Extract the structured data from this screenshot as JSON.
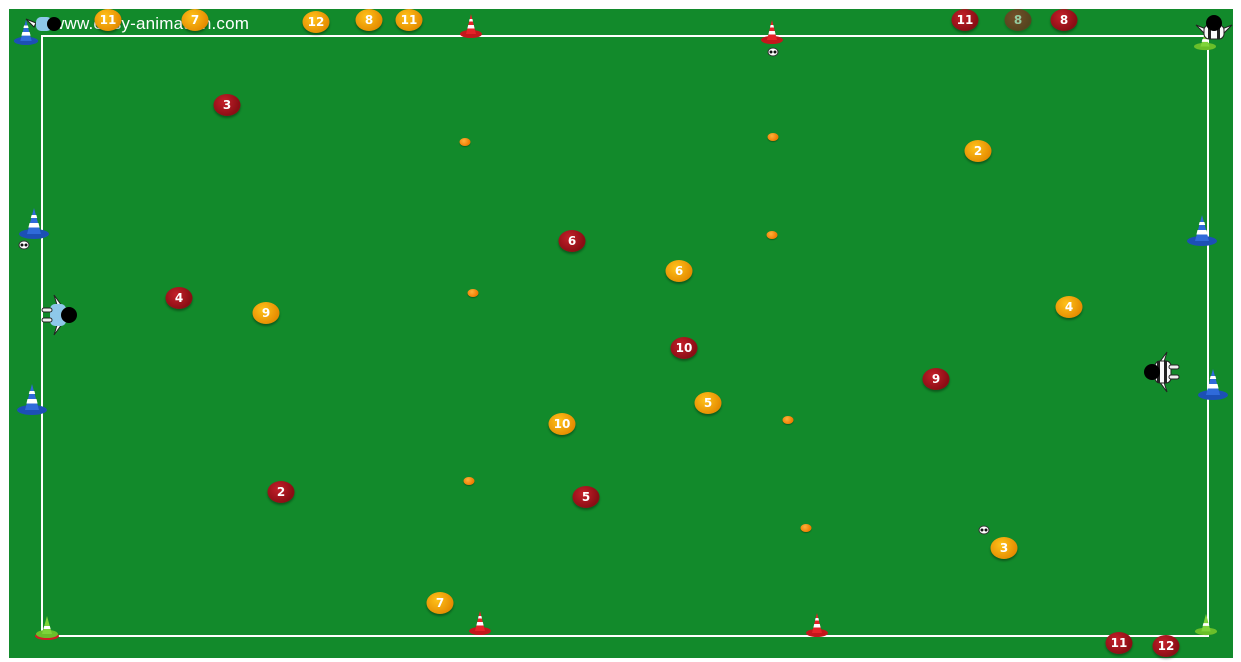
{
  "watermark": "www.easy-animation.com",
  "pitch": {
    "grass_color": "#128a2b",
    "line_color": "#ffffff"
  },
  "colors": {
    "red_team": "#a3141c",
    "yellow_team": "#f5a800",
    "marker": "#f7901e"
  },
  "players": {
    "red": [
      {
        "number": "3"
      },
      {
        "number": "4"
      },
      {
        "number": "6"
      },
      {
        "number": "10"
      },
      {
        "number": "2"
      },
      {
        "number": "5"
      },
      {
        "number": "9"
      },
      {
        "number": "11"
      },
      {
        "number": "8"
      },
      {
        "number": "8"
      },
      {
        "number": "11"
      },
      {
        "number": "12"
      }
    ],
    "yellow": [
      {
        "number": "11"
      },
      {
        "number": "7"
      },
      {
        "number": "12"
      },
      {
        "number": "8"
      },
      {
        "number": "11"
      },
      {
        "number": "2"
      },
      {
        "number": "6"
      },
      {
        "number": "9"
      },
      {
        "number": "4"
      },
      {
        "number": "5"
      },
      {
        "number": "10"
      },
      {
        "number": "3"
      },
      {
        "number": "7"
      }
    ]
  },
  "icons": {
    "cone_red": "red-cone-icon",
    "cone_blue": "blue-cone-icon",
    "cone_green": "green-cone-icon",
    "marker": "marker-disc-icon",
    "ball": "soccer-ball-icon",
    "goalkeeper": "goalkeeper-icon"
  }
}
